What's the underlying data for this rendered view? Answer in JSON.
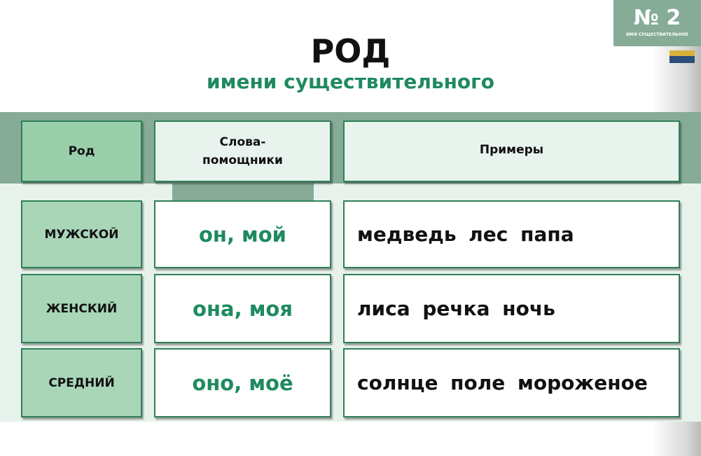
{
  "badge": {
    "number": "№ 2",
    "subtitle": "ИМЯ СУЩЕСТВИТЕЛЬНОЕ"
  },
  "title": "РОД",
  "subtitle": "имени существительного",
  "headers": [
    "Род",
    "Слова-помощники",
    "Примеры"
  ],
  "rows": [
    {
      "gender": "МУЖСКОЙ",
      "helpers": "он, мой",
      "examples": "медведь  лес  папа"
    },
    {
      "gender": "ЖЕНСКИЙ",
      "helpers": "она, моя",
      "examples": "лиса  речка  ночь"
    },
    {
      "gender": "СРЕДНИЙ",
      "helpers": "оно, моё",
      "examples": "солнце  поле  мороженое"
    }
  ],
  "colors": {
    "green": "#1f8a5f",
    "band": "#86ab97",
    "label": "#a8d6b7"
  }
}
